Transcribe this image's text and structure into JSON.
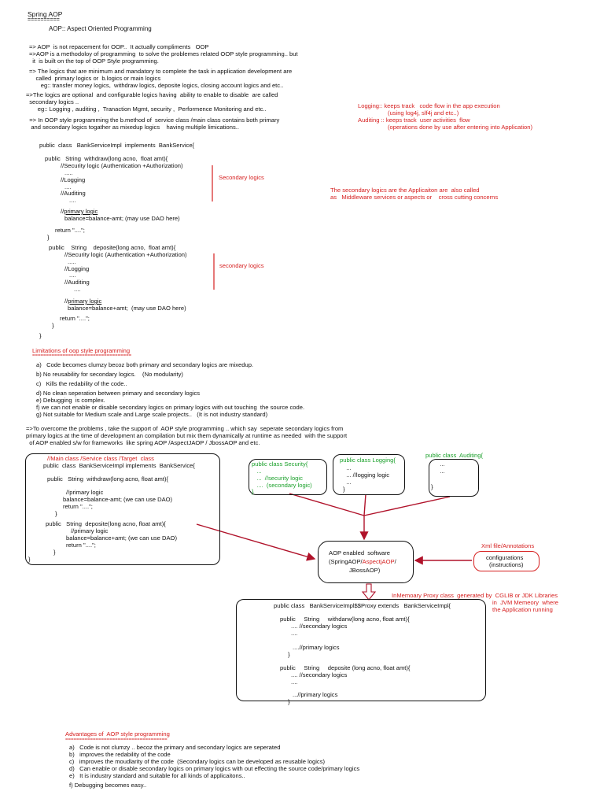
{
  "colors": {
    "text": "#111111",
    "accent": "#d62020",
    "green": "#1aa02a"
  },
  "title": {
    "heading": "Spring AOP",
    "underline": "==========",
    "subtitle": "AOP:: Aspect Oriented Programming"
  },
  "intro": [
    "=> AOP  is not repacement for OOP..  It actually compliments   OOP",
    "=>AOP is a methodoloy of programming  to solve the problemes related OOP style programming.. but",
    "  it  is built on the top of OOP Style programming.",
    "=> The logics that are minimum and mandatory to complete the task in application development are",
    "    called  primary logics or  b.logics or main logics",
    "       eg:: transfer money logics,  withdraw logics, deposite logics, closing account logics and etc..",
    "=>The logics are optional  and configurable logics having  ability to enable to disable  are called",
    "  secondary logics ..",
    "       eg:: Logging , auditing ,  Tranaction Mgmt, security ,  Performence Monitoring and etc..",
    "  => In OOP style programming the b.method of  service class /main class contains both primary",
    "   and secondary logics togather as mixedup logics    having multiple limications.."
  ],
  "notes_right": [
    "Logging:: keeps track   code flow in the app execution",
    "                  (using log4j, slf4j and etc..)",
    "Auditing :: keeps track  user activities  flow",
    "                  (operations done by use after entering into Application)"
  ],
  "code1": {
    "class_line": "public  class   BankServiceImpl  implements  BankService{",
    "withdraw_sig": "public   String  withdraw(long acno,  float amt){",
    "security": "//Security logic (Authentication +Authorization)",
    "dots1": ".....",
    "logging": "//Logging",
    "dots2": "....",
    "auditing": "//Auditing",
    "dots3": "....",
    "primary_prefix": "//",
    "primary_word": "primary logic",
    "balance": "balance=balance-amt; (may use DAO here)",
    "return": "return \"....\";",
    "close1": "}",
    "deposit_sig": "public    String    deposite(long acno,  float amt){",
    "security2": "//Security logic (Authentication +Authorization)",
    "dots4": ".....",
    "logging2": "//Logging",
    "dots5": "....",
    "auditing2": "//Auditing",
    "dots6": "....",
    "primary2_prefix": "//",
    "primary2_word": "primary logic",
    "balance2": "balance=balance+amt;  (may use DAO here)",
    "return2": "return \"....\";",
    "close2": "}",
    "close3": "}"
  },
  "secondary_label1": "Secondary logics",
  "secondary_label2": "secondary logics",
  "middleware_note": [
    "The secondary logics are the Applicaiton are  also called",
    "as   Middleware services or aspects or    cross cutting concerns"
  ],
  "limitations": {
    "title": "Limitations of oop style programming",
    "underline": "====================================",
    "items": [
      "a)   Code becomes clumzy becoz both primary and secondary logics are mixedup.",
      "b) No reusability for secondary logics.    (No modularity)",
      "c)   Kills the redability of the code..",
      "d) No clean seperation between primary and secondary logics",
      "e) Debugging  is complex.",
      "f) we can not enable or disable secondary logics on primary logics with out touching  the source code.",
      "g) Not suitable for Medium scale and Large scale projects..   (It is not industry standard)"
    ]
  },
  "overcome": [
    "=>To overcome the problems , take the support of  AOP style programming .. which say  seperate secondary logics from",
    "primary logics at the time of development an compilation but mix them dynamically at runtime as needed  with the support",
    "  of AOP enabled s/w for frameworks  like spring AOP /AspectJAOP / JbossAOP and etc."
  ],
  "main_class": {
    "comment": "//Main class /Service class /Target  class",
    "class_line": "public  class  BankServiceImpl implements  BankService{",
    "withdraw_sig": "public   String  withdraw(long acno, float amt){",
    "primary": "//primary logic",
    "balance": "balance=balance-amt; (we can use DAO)",
    "return": "return \"....\";",
    "close1": "}",
    "deposit_sig": "public   String  deposite(long acno, float amt){",
    "primary2": "//primary logic",
    "balance2": "balance=balance+amt; (we can use DAO)",
    "return2": "return \"....\";",
    "close2": "}",
    "close3": "}"
  },
  "security_box": [
    "public class Security{",
    "  ...",
    "  ...  //security logic",
    "  ....  (secondary logic)",
    "}"
  ],
  "logging_box": [
    "public class Logging{",
    "  ...",
    "  ... //logging logic",
    "  ...",
    "}"
  ],
  "auditing_box": [
    "public class  Auditing{",
    "   ...",
    "   ...",
    "}"
  ],
  "aop_box": {
    "line1": "AOP enabled  software",
    "line2_a": "(SpringAOP/",
    "line2_b": "AspectjAOP",
    "line2_c": "/",
    "line3": "JBossAOP)"
  },
  "xml_label": "Xml file/Annotations",
  "config_box": {
    "line1": "configurations",
    "line2": "(instructions)"
  },
  "proxy_note": [
    "InMemoary Proxy class  generated by  CGLIB or JDK Libraries",
    "in  JVM Memeory  where",
    "the Application running"
  ],
  "proxy_class": {
    "class_line": "public class   BankServiceImpl$$Proxy extends   BankServiceImpl{",
    "withdraw_sig": "public     String     withdarw(long acno, float amt){",
    "secondary": ".... //secondary logics",
    "dots": "....",
    "primary": "....//primary logics",
    "close1": "}",
    "deposit_sig": "public     String     deposite (long acno, float amt){",
    "secondary2": ".... //secondary logics",
    "dots2": "....",
    "primary2": "...//primary logics",
    "close2": "}",
    "close3": "}"
  },
  "advantages": {
    "title": "Advantages of  AOP style programming",
    "underline": "=====================================",
    "items": [
      "a)   Code is not clumzy .. becoz the primary and secondary logics are seperated",
      "b)   improves the redability of the code",
      "c)   improves the moudlarity of the code  (Secondary logics can be developed as reusable logics)",
      "d)   Can enable or disable secondary logics on primary logics with out effecting the source code/primary logics",
      "e)   It is industry standard and suitable for all kinds of applicaitons..",
      "f) Debugging becomes easy.."
    ]
  }
}
